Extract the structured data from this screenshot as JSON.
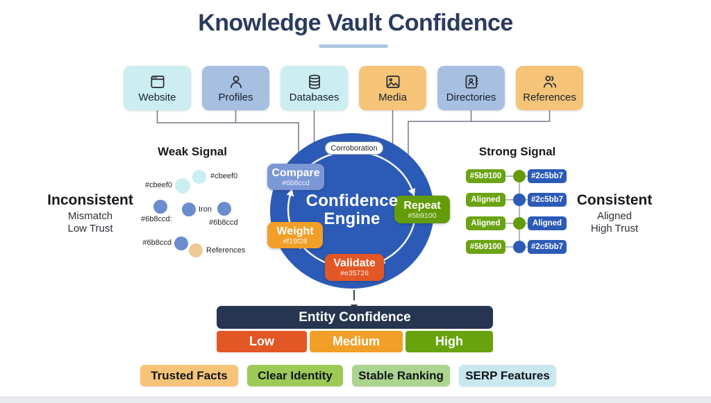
{
  "title": "Knowledge Vault Confidence",
  "sources": [
    {
      "label": "Website",
      "color": "#cdeef0"
    },
    {
      "label": "Profiles",
      "color": "#a7bfe0"
    },
    {
      "label": "Databases",
      "color": "#cdeef0"
    },
    {
      "label": "Media",
      "color": "#f5c478"
    },
    {
      "label": "Directories",
      "color": "#a7bfe0"
    },
    {
      "label": "References",
      "color": "#f5c478"
    }
  ],
  "engine": {
    "circle_color": "#2c5bb7",
    "corroboration_label": "Corroboration",
    "name_line1": "Confidence",
    "name_line2": "Engine",
    "stages": [
      {
        "label": "Compare",
        "sublabel": "#6b8ccd",
        "color": "#7b97d5"
      },
      {
        "label": "Repeat",
        "sublabel": "#5b9100",
        "color": "#639c08"
      },
      {
        "label": "Weight",
        "sublabel": "#f19f28",
        "color": "#f19f28"
      },
      {
        "label": "Validate",
        "sublabel": "#e35726",
        "color": "#e35726"
      }
    ]
  },
  "weak_signal": {
    "heading": "Weak Signal",
    "side_heading": "Inconsistent",
    "side_line1": "Mismatch",
    "side_line2": "Low Trust",
    "dots": [
      {
        "label": "#cbeef0",
        "color": "#cbeef0"
      },
      {
        "label": "#cbeef0",
        "color": "#cbeef0"
      },
      {
        "label": "#6b8ccd:",
        "color": "#6b8ccd"
      },
      {
        "label": "Iron",
        "color": "#6b8ccd"
      },
      {
        "label": "#6b8ccd",
        "color": "#6b8ccd"
      },
      {
        "label": "#6b8ccd",
        "color": "#6b8ccd"
      },
      {
        "label": "References",
        "color": "#eeca92"
      }
    ]
  },
  "strong_signal": {
    "heading": "Strong Signal",
    "side_heading": "Consistent",
    "side_line1": "Aligned",
    "side_line2": "High Trust",
    "rows": [
      {
        "left_label": "#5b9100",
        "left_color": "#6ba313",
        "dot_color": "#639c08",
        "right_label": "#2c5bb7",
        "right_color": "#2c5bb7"
      },
      {
        "left_label": "Aligned",
        "left_color": "#6ba313",
        "dot_color": "#2c5bb7",
        "right_label": "#2c5bb7",
        "right_color": "#2c5bb7"
      },
      {
        "left_label": "Aligned",
        "left_color": "#6ba313",
        "dot_color": "#639c08",
        "right_label": "Aligned",
        "right_color": "#2c5bb7"
      },
      {
        "left_label": "#5b9100",
        "left_color": "#6ba313",
        "dot_color": "#2c5bb7",
        "right_label": "#2c5bb7",
        "right_color": "#2c5bb7"
      }
    ]
  },
  "entity_confidence": {
    "heading": "Entity Confidence",
    "header_color": "#263550",
    "levels": [
      {
        "label": "Low",
        "color": "#e35726"
      },
      {
        "label": "Medium",
        "color": "#f19f28"
      },
      {
        "label": "High",
        "color": "#68a30d"
      }
    ]
  },
  "outcomes": [
    {
      "label": "Trusted Facts",
      "color": "#f6c478"
    },
    {
      "label": "Clear Identity",
      "color": "#9cca57"
    },
    {
      "label": "Stable Ranking",
      "color": "#abd48e"
    },
    {
      "label": "SERP Features",
      "color": "#c9e8ee"
    }
  ]
}
